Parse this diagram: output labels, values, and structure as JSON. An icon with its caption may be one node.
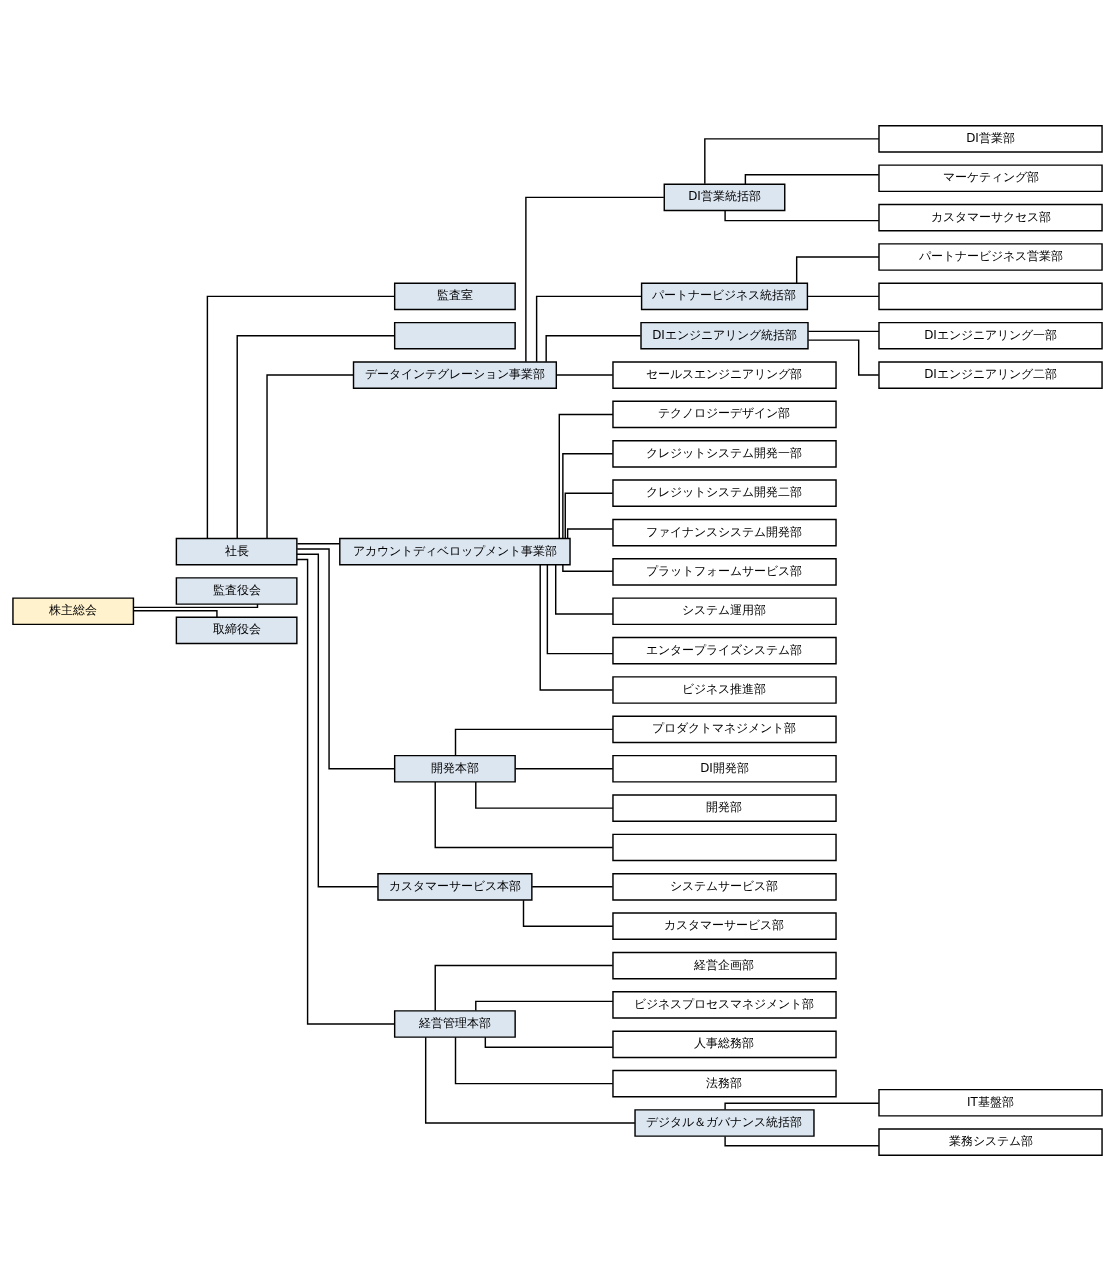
{
  "diagram": {
    "nodes": [
      {
        "text": [
          "株主総会"
        ]
      },
      {
        "text": [
          "監査役会"
        ]
      },
      {
        "text": [
          "取締役会"
        ]
      },
      {
        "text": [
          "社長"
        ]
      },
      {
        "text": [
          "監査室"
        ]
      },
      {
        "text": [],
        "shape": "box"
      },
      {
        "text": [
          "データインテグレーション事業部"
        ]
      },
      {
        "text": [
          "DI営業統括部"
        ]
      },
      {
        "text": [
          "DI営業部"
        ]
      },
      {
        "text": [
          "マーケティング部"
        ]
      },
      {
        "text": [
          "カスタマーサクセス部"
        ]
      },
      {
        "text": [
          "パートナービジネス統括部"
        ]
      },
      {
        "text": [
          "パートナービジネス営業部"
        ]
      },
      {
        "text": [],
        "shape": "box"
      },
      {
        "text": [
          "DIエンジニアリング統括部"
        ]
      },
      {
        "text": [
          "DIエンジニアリング一部"
        ]
      },
      {
        "text": [
          "DIエンジニアリング二部"
        ]
      },
      {
        "text": [
          "セールスエンジニアリング部"
        ]
      },
      {
        "text": [
          "アカウントディベロップメント事業部"
        ]
      },
      {
        "text": [
          "テクノロジーデザイン部"
        ]
      },
      {
        "text": [
          "クレジットシステム開発一部"
        ]
      },
      {
        "text": [
          "クレジットシステム開発二部"
        ]
      },
      {
        "text": [
          "ファイナンスシステム開発部"
        ]
      },
      {
        "text": [
          "プラットフォームサービス部"
        ]
      },
      {
        "text": [
          "システム運用部"
        ]
      },
      {
        "text": [
          "エンタープライズシステム部"
        ]
      },
      {
        "text": [
          "ビジネス推進部"
        ]
      },
      {
        "text": [
          "開発本部"
        ]
      },
      {
        "text": [
          "プロダクトマネジメント部"
        ]
      },
      {
        "text": [
          "DI開発部"
        ]
      },
      {
        "text": [
          "開発部"
        ]
      },
      {
        "text": [],
        "shape": "box"
      },
      {
        "text": [
          "カスタマーサービス本部"
        ]
      },
      {
        "text": [
          "システムサービス部"
        ]
      },
      {
        "text": [
          "カスタマーサービス部"
        ]
      },
      {
        "text": [
          "経営管理本部"
        ]
      },
      {
        "text": [
          "経営企画部"
        ]
      },
      {
        "text": [
          "ビジネスプロセスマネジメント部"
        ]
      },
      {
        "text": [
          "人事総務部"
        ]
      },
      {
        "text": [
          "法務部"
        ]
      },
      {
        "text": [
          "デジタル＆ガバナンス統括部"
        ]
      },
      {
        "text": [
          "IT基盤部"
        ]
      },
      {
        "text": [
          "業務システム部"
        ]
      }
    ],
    "edges": [
      {
        "from": 0,
        "to": 1,
        "arrow": "none"
      },
      {
        "from": 0,
        "to": 2,
        "arrow": "none"
      },
      {
        "from": 3,
        "to": 4,
        "arrow": "none"
      },
      {
        "from": 3,
        "to": 5,
        "arrow": "none"
      },
      {
        "from": 3,
        "to": 6,
        "arrow": "none"
      },
      {
        "from": 3,
        "to": 18,
        "arrow": "none"
      },
      {
        "from": 3,
        "to": 27,
        "arrow": "none"
      },
      {
        "from": 3,
        "to": 32,
        "arrow": "none"
      },
      {
        "from": 3,
        "to": 35,
        "arrow": "none"
      },
      {
        "from": 6,
        "to": 7,
        "arrow": "none"
      },
      {
        "from": 6,
        "to": 11,
        "arrow": "none"
      },
      {
        "from": 6,
        "to": 14,
        "arrow": "none"
      },
      {
        "from": 6,
        "to": 17,
        "arrow": "none"
      },
      {
        "from": 7,
        "to": 8,
        "arrow": "none"
      },
      {
        "from": 7,
        "to": 9,
        "arrow": "none"
      },
      {
        "from": 7,
        "to": 10,
        "arrow": "none"
      },
      {
        "from": 11,
        "to": 12,
        "arrow": "none"
      },
      {
        "from": 11,
        "to": 13,
        "arrow": "none"
      },
      {
        "from": 14,
        "to": 15,
        "arrow": "none"
      },
      {
        "from": 14,
        "to": 16,
        "arrow": "none"
      },
      {
        "from": 18,
        "to": 19,
        "arrow": "none"
      },
      {
        "from": 18,
        "to": 20,
        "arrow": "none"
      },
      {
        "from": 18,
        "to": 21,
        "arrow": "none"
      },
      {
        "from": 18,
        "to": 22,
        "arrow": "none"
      },
      {
        "from": 18,
        "to": 23,
        "arrow": "none"
      },
      {
        "from": 18,
        "to": 24,
        "arrow": "none"
      },
      {
        "from": 18,
        "to": 25,
        "arrow": "none"
      },
      {
        "from": 18,
        "to": 26,
        "arrow": "none"
      },
      {
        "from": 27,
        "to": 28,
        "arrow": "none"
      },
      {
        "from": 27,
        "to": 29,
        "arrow": "none"
      },
      {
        "from": 27,
        "to": 30,
        "arrow": "none"
      },
      {
        "from": 27,
        "to": 31,
        "arrow": "none"
      },
      {
        "from": 32,
        "to": 33,
        "arrow": "none"
      },
      {
        "from": 32,
        "to": 34,
        "arrow": "none"
      },
      {
        "from": 35,
        "to": 36,
        "arrow": "none"
      },
      {
        "from": 35,
        "to": 37,
        "arrow": "none"
      },
      {
        "from": 35,
        "to": 38,
        "arrow": "none"
      },
      {
        "from": 35,
        "to": 39,
        "arrow": "none"
      },
      {
        "from": 35,
        "to": 40,
        "arrow": "none"
      },
      {
        "from": 40,
        "to": 41,
        "arrow": "none"
      },
      {
        "from": 40,
        "to": 42,
        "arrow": "none"
      }
    ]
  }
}
